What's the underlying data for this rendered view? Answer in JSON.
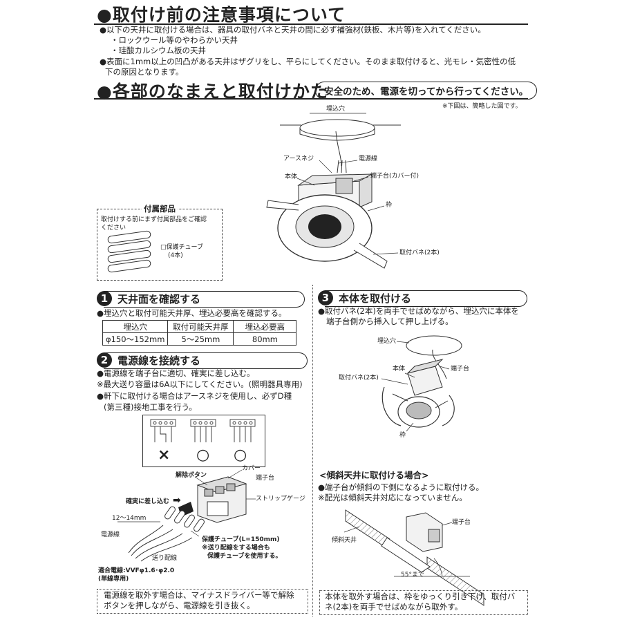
{
  "section1": {
    "title": "●取付け前の注意事項について",
    "b1": "●以下の天井に取付ける場合は、器具の取付バネと天井の間に必ず補強材(鉄板、木片等)を入れてください。",
    "b1_sub1": "・ロックウール等のやわらかい天井",
    "b1_sub2": "・珪酸カルシウム板の天井",
    "b2_l1": "●表面に1mm以上の凹凸がある天井はザグリをし、平らにしてください。そのまま取付けると、光モレ・気密性の低",
    "b2_l2": "下の原因となります。"
  },
  "section2": {
    "title": "●各部のなまえと取付けかた",
    "safety": "安全のため、電源を切ってから行ってください。",
    "note": "※下図は、簡略した図です。",
    "labels": {
      "umekomi": "埋込穴",
      "dengensen": "電源線",
      "earth": "アースネジ",
      "hontai": "本体",
      "tanshidai": "端子台(カバー付)",
      "waku": "枠",
      "bane": "取付バネ(2本)"
    },
    "fuzoku": {
      "title": "付属部品",
      "desc_l1": "取付けする前にまず付属部品をご確認",
      "desc_l2": "ください",
      "item_l1": "□保護チューブ",
      "item_l2": "(4本)"
    }
  },
  "step1": {
    "num": "1",
    "title": "天井面を確認する",
    "text": "●埋込穴と取付可能天井厚、埋込必要高を確認する。",
    "headers": [
      "埋込穴",
      "取付可能天井厚",
      "埋込必要高"
    ],
    "values": [
      "φ150〜152mm",
      "5〜25mm",
      "80mm"
    ]
  },
  "step2": {
    "num": "2",
    "title": "電源線を接続する",
    "t1": "●電源線を端子台に適切、確実に差し込む。",
    "t2": "※最大送り容量は6A以下にしてください。(照明器具専用)",
    "t3_l1": "●軒下に取付ける場合はアースネジを使用し、必ずD種",
    "t3_l2": "(第三種)接地工事を行う。",
    "marks": [
      "×",
      "○",
      "○"
    ],
    "labels": {
      "kaijo": "解除ボタン",
      "cover": "カバー",
      "tanshidai": "端子台",
      "strip": "ストリップゲージ",
      "kakujitsu": "確実に差し込む",
      "length": "12〜14mm",
      "dengensen": "電源線",
      "okuri": "送り配線",
      "tube_l1": "保護チューブ(L=150mm)",
      "tube_l2": "※送り配線をする場合も",
      "tube_l3": "保護チューブを使用する。",
      "wire_l1": "適合電線:VVFφ1.6･φ2.0",
      "wire_l2": "(単線専用)"
    },
    "box_l1": "電源線を取外す場合は、マイナスドライバー等で解除",
    "box_l2": "ボタンを押しながら、電源線を引き抜く。"
  },
  "step3": {
    "num": "3",
    "title": "本体を取付ける",
    "t1": "●取付バネ(2本)を両手でせばめながら、埋込穴に本体を",
    "t2": "端子台側から挿入して押し上げる。",
    "labels": {
      "umekomi": "埋込穴",
      "hontai": "本体",
      "tanshidai": "端子台",
      "bane": "取付バネ(2本)",
      "waku": "枠"
    },
    "slope": {
      "title": "<傾斜天井に取付ける場合>",
      "t1": "●端子台が傾斜の下側になるように取付ける。",
      "t2": "※配光は傾斜天井対応になっていません。",
      "tanshidai": "端子台",
      "keisha": "傾斜天井",
      "angle": "55°まで"
    },
    "box_l1": "本体を取外す場合は、枠をゆっくり引き下げ、取付バ",
    "box_l2": "ネ(2本)を両手でせばめながら取外す。"
  }
}
